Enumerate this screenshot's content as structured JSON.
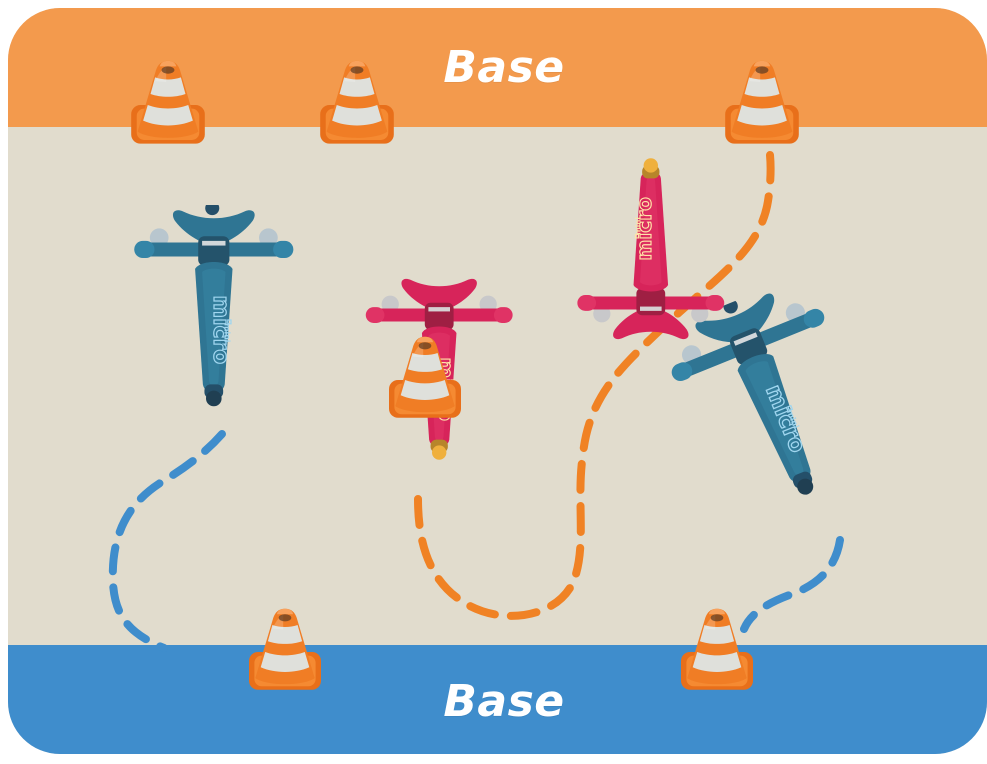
{
  "colors": {
    "top_base": "#f39a4d",
    "bottom_base": "#3f8dcc",
    "field": "#e1dccd",
    "orange_path": "#f08224",
    "blue_path": "#3f8dcc",
    "cone": "#f07d25",
    "cone_light": "#d6d7d2",
    "scooter_blue": "#2f7593",
    "scooter_red": "#d7245a"
  },
  "labels": {
    "top_base": "Base",
    "bottom_base": "Base"
  },
  "scooter_branding": {
    "main": "micro",
    "sub": "mini"
  },
  "icons": {
    "cone": "traffic-cone-icon",
    "blue_scooter": "blue-scooter-icon",
    "red_scooter": "red-scooter-icon"
  }
}
